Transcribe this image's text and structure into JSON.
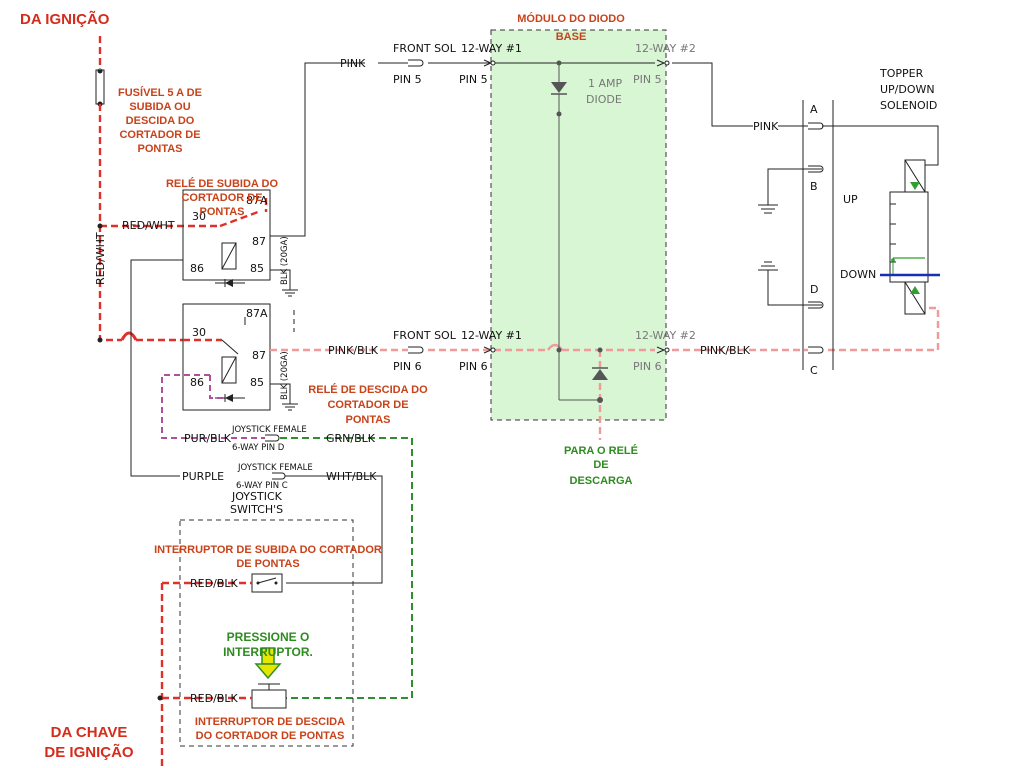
{
  "labels": {
    "da_ignicao": "DA IGNIÇÃO",
    "modulo_l1": "MÓDULO DO DIODO",
    "modulo_l2": "BASE",
    "fusivel_l1": "FUSÍVEL 5 A DE",
    "fusivel_l2": "SUBIDA OU",
    "fusivel_l3": "DESCIDA DO",
    "fusivel_l4": "CORTADOR DE",
    "fusivel_l5": "PONTAS",
    "rele_subida_l1": "RELÉ DE SUBIDA DO",
    "rele_subida_l2": "CORTADOR DE",
    "rele_subida_l3": "PONTAS",
    "rele_descida_l1": "RELÉ DE DESCIDA DO",
    "rele_descida_l2": "CORTADOR DE",
    "rele_descida_l3": "PONTAS",
    "para_rele_l1": "PARA O RELÉ",
    "para_rele_l2": "DE",
    "para_rele_l3": "DESCARGA",
    "interruptor_subida_l1": "INTERRUPTOR DE SUBIDA DO CORTADOR",
    "interruptor_subida_l2": "DE PONTAS",
    "pressione_l1": "PRESSIONE O",
    "pressione_l2": "INTERRUPTOR.",
    "interruptor_descida_l1": "INTERRUPTOR DE DESCIDA",
    "interruptor_descida_l2": "DO CORTADOR DE PONTAS",
    "da_chave_l1": "DA CHAVE",
    "da_chave_l2": "DE IGNIÇÃO"
  },
  "wires": {
    "pink": "PINK",
    "pink_blk": "PINK/BLK",
    "red_wht": "RED/WHT",
    "red_wht_v": "RED/WHT",
    "pur_blk": "PUR/BLK",
    "grn_blk": "GRN/BLK",
    "purple": "PURPLE",
    "wht_blk": "WHT/BLK",
    "red_blk": "RED/BLK",
    "blk_20": "BLK (20GA)"
  },
  "connectors": {
    "front_sol": "FRONT SOL",
    "pin5": "PIN 5",
    "pin6": "PIN 6",
    "way1": "12-WAY #1",
    "way2": "12-WAY #2",
    "amp_l1": "1 AMP",
    "amp_l2": "DIODE",
    "joystick_female": "JOYSTICK FEMALE",
    "way6_pin_d": "6-WAY PIN D",
    "way6_pin_c": "6-WAY PIN C",
    "joystick_switch_l1": "JOYSTICK",
    "joystick_switch_l2": "SWITCH'S"
  },
  "relay": {
    "pin30": "30",
    "pin87a": "87A",
    "pin87": "87",
    "pin86": "86",
    "pin85": "85"
  },
  "solenoid": {
    "title_l1": "TOPPER",
    "title_l2": "UP/DOWN",
    "title_l3": "SOLENOID",
    "pin_a": "A",
    "pin_b": "B",
    "pin_c": "C",
    "pin_d": "D",
    "up": "UP",
    "down": "DOWN"
  },
  "colors": {
    "active_red": "#e0302a",
    "active_pink": "#f09a9a",
    "active_green": "#2f8f2f",
    "module_fill": "#d8f5d4",
    "down_line": "#1a2fb0",
    "press_arrow": "#e6e600"
  }
}
